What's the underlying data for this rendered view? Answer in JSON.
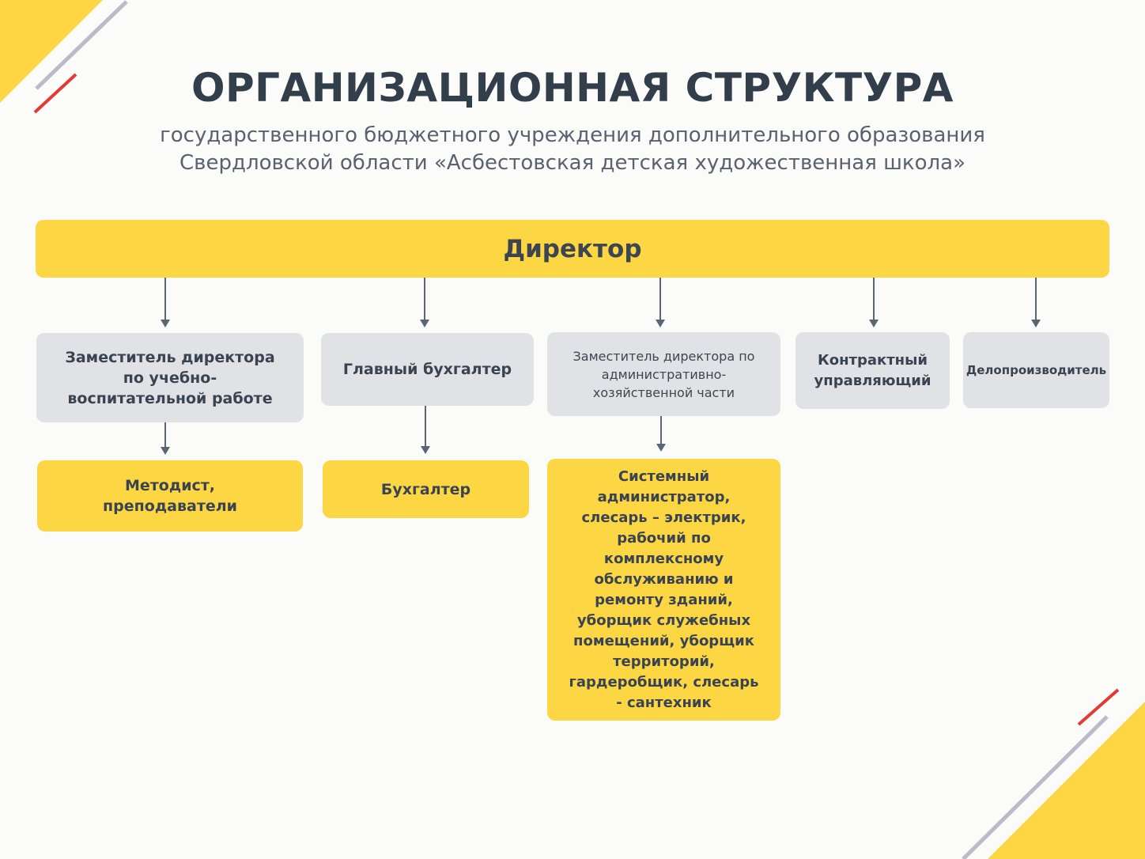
{
  "header": {
    "title": "ОРГАНИЗАЦИОННАЯ СТРУКТУРА",
    "subtitle_line1": "государственного бюджетного учреждения дополнительного образования",
    "subtitle_line2": "Свердловской области «Асбестовская детская художественная школа»"
  },
  "director": {
    "label": "Директор"
  },
  "level1": [
    {
      "label": "Заместитель директора по учебно-воспитательной работе"
    },
    {
      "label": "Главный бухгалтер"
    },
    {
      "label": "Заместитель директора по административно-хозяйственной части"
    },
    {
      "label": "Контрактный управляющий"
    },
    {
      "label": "Делопроизводитель"
    }
  ],
  "level2": [
    {
      "label": "Методист, преподаватели"
    },
    {
      "label": "Бухгалтер"
    },
    {
      "label": "Системный администратор, слесарь – электрик, рабочий по комплексному обслуживанию и ремонту зданий, уборщик служебных помещений, уборщик территорий, гардеробщик, слесарь - сантехник"
    }
  ],
  "colors": {
    "yellow": "#fdd644",
    "grey": "#e1e2e6",
    "accent_red": "#e53935",
    "arrow": "#5c6673"
  }
}
